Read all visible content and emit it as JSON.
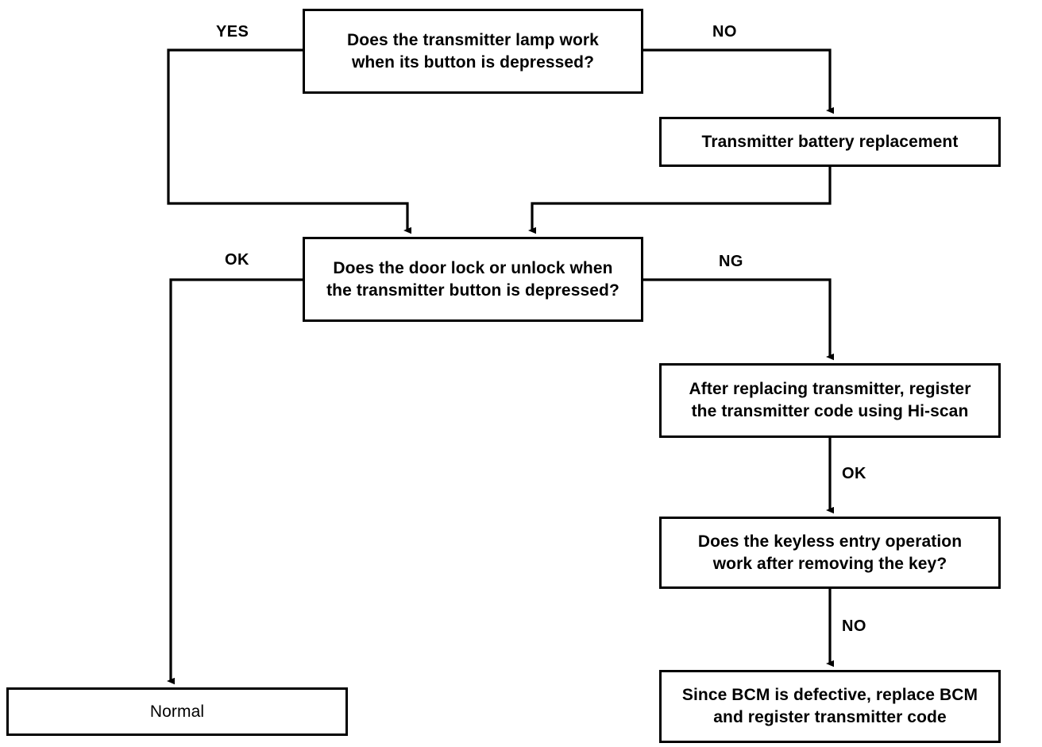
{
  "diagram": {
    "title": "Keyless entry transmitter troubleshooting flowchart",
    "line_color": "#000000",
    "background_color": "#ffffff",
    "nodes": [
      {
        "id": "q-lamp",
        "kind": "decision",
        "text": "Does the transmitter lamp work\nwhen its button is depressed?"
      },
      {
        "id": "battery",
        "kind": "process",
        "text": "Transmitter battery replacement"
      },
      {
        "id": "q-lock",
        "kind": "decision",
        "text": "Does the door lock or unlock when\nthe transmitter button is depressed?"
      },
      {
        "id": "register",
        "kind": "process",
        "text": "After replacing transmitter, register\nthe transmitter code using Hi-scan"
      },
      {
        "id": "q-keyless",
        "kind": "decision",
        "text": "Does the keyless entry operation\nwork after removing the key?"
      },
      {
        "id": "bcm",
        "kind": "process",
        "text": "Since BCM is defective, replace BCM\nand register transmitter code"
      },
      {
        "id": "normal",
        "kind": "terminal",
        "text": "Normal"
      }
    ],
    "edge_labels": [
      {
        "id": "yes-lamp",
        "text": "YES"
      },
      {
        "id": "no-lamp",
        "text": "NO"
      },
      {
        "id": "ok-lock",
        "text": "OK"
      },
      {
        "id": "ng-lock",
        "text": "NG"
      },
      {
        "id": "ok-register",
        "text": "OK"
      },
      {
        "id": "no-keyless",
        "text": "NO"
      }
    ]
  }
}
